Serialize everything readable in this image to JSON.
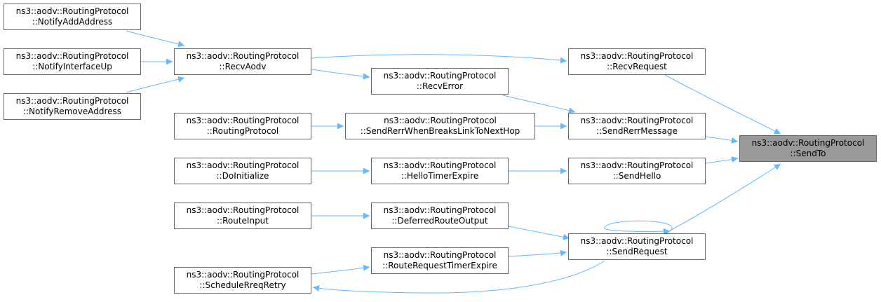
{
  "colors": {
    "edge": "#63b8ff",
    "border": "#666666",
    "current_fill": "#999999"
  },
  "nodes": [
    {
      "id": "notify-add-address",
      "line1": "ns3::aodv::RoutingProtocol",
      "line2": "::NotifyAddAddress"
    },
    {
      "id": "notify-interface-up",
      "line1": "ns3::aodv::RoutingProtocol",
      "line2": "::NotifyInterfaceUp"
    },
    {
      "id": "notify-remove-address",
      "line1": "ns3::aodv::RoutingProtocol",
      "line2": "::NotifyRemoveAddress"
    },
    {
      "id": "recv-aodv",
      "line1": "ns3::aodv::RoutingProtocol",
      "line2": "::RecvAodv"
    },
    {
      "id": "routing-protocol",
      "line1": "ns3::aodv::RoutingProtocol",
      "line2": "::RoutingProtocol"
    },
    {
      "id": "do-initialize",
      "line1": "ns3::aodv::RoutingProtocol",
      "line2": "::DoInitialize"
    },
    {
      "id": "route-input",
      "line1": "ns3::aodv::RoutingProtocol",
      "line2": "::RouteInput"
    },
    {
      "id": "schedule-rreq-retry",
      "line1": "ns3::aodv::RoutingProtocol",
      "line2": "::ScheduleRreqRetry"
    },
    {
      "id": "recv-error",
      "line1": "ns3::aodv::RoutingProtocol",
      "line2": "::RecvError"
    },
    {
      "id": "send-rerr-when-breaks",
      "line1": "ns3::aodv::RoutingProtocol",
      "line2": "::SendRerrWhenBreaksLinkToNextHop"
    },
    {
      "id": "hello-timer-expire",
      "line1": "ns3::aodv::RoutingProtocol",
      "line2": "::HelloTimerExpire"
    },
    {
      "id": "deferred-route-output",
      "line1": "ns3::aodv::RoutingProtocol",
      "line2": "::DeferredRouteOutput"
    },
    {
      "id": "route-request-timer-expire",
      "line1": "ns3::aodv::RoutingProtocol",
      "line2": "::RouteRequestTimerExpire"
    },
    {
      "id": "recv-request",
      "line1": "ns3::aodv::RoutingProtocol",
      "line2": "::RecvRequest"
    },
    {
      "id": "send-rerr-message",
      "line1": "ns3::aodv::RoutingProtocol",
      "line2": "::SendRerrMessage"
    },
    {
      "id": "send-hello",
      "line1": "ns3::aodv::RoutingProtocol",
      "line2": "::SendHello"
    },
    {
      "id": "send-request",
      "line1": "ns3::aodv::RoutingProtocol",
      "line2": "::SendRequest"
    },
    {
      "id": "send-to",
      "line1": "ns3::aodv::RoutingProtocol",
      "line2": "::SendTo",
      "current": true
    }
  ],
  "edges": [
    {
      "from": "notify-add-address",
      "to": "recv-aodv"
    },
    {
      "from": "notify-interface-up",
      "to": "recv-aodv"
    },
    {
      "from": "notify-remove-address",
      "to": "recv-aodv"
    },
    {
      "from": "recv-aodv",
      "to": "recv-request"
    },
    {
      "from": "recv-aodv",
      "to": "recv-error"
    },
    {
      "from": "recv-error",
      "to": "send-rerr-message"
    },
    {
      "from": "routing-protocol",
      "to": "send-rerr-when-breaks"
    },
    {
      "from": "send-rerr-when-breaks",
      "to": "send-rerr-message"
    },
    {
      "from": "do-initialize",
      "to": "hello-timer-expire"
    },
    {
      "from": "hello-timer-expire",
      "to": "send-hello"
    },
    {
      "from": "route-input",
      "to": "deferred-route-output"
    },
    {
      "from": "deferred-route-output",
      "to": "send-request"
    },
    {
      "from": "schedule-rreq-retry",
      "to": "route-request-timer-expire"
    },
    {
      "from": "route-request-timer-expire",
      "to": "send-request"
    },
    {
      "from": "send-request",
      "to": "send-request"
    },
    {
      "from": "send-request",
      "to": "schedule-rreq-retry"
    },
    {
      "from": "recv-request",
      "to": "send-to"
    },
    {
      "from": "send-rerr-message",
      "to": "send-to"
    },
    {
      "from": "send-hello",
      "to": "send-to"
    },
    {
      "from": "send-request",
      "to": "send-to"
    }
  ]
}
